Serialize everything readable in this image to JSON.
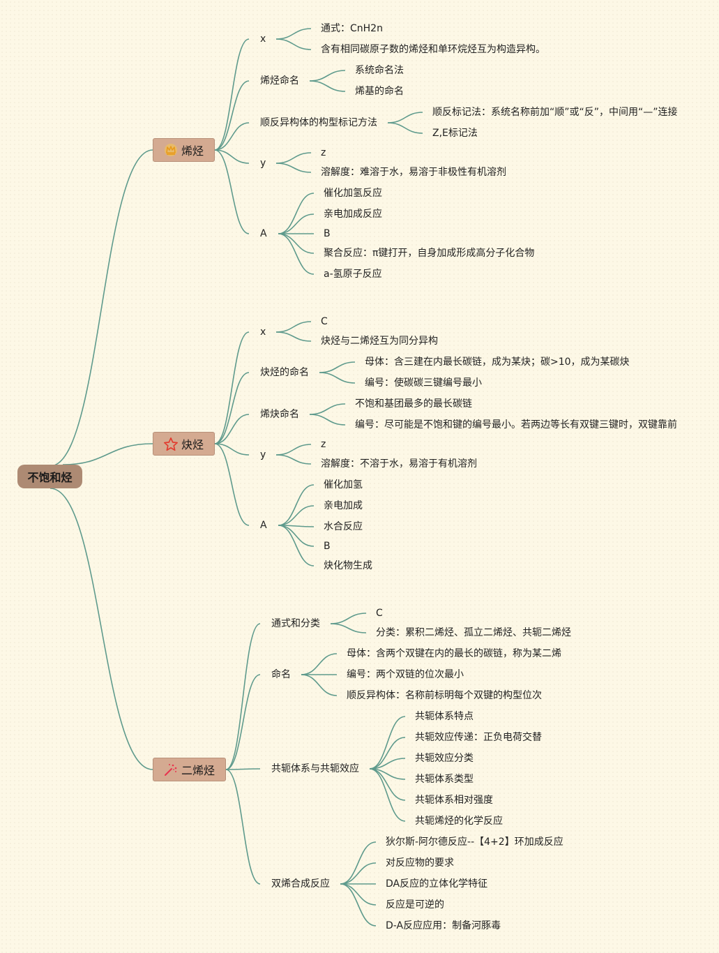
{
  "root": "不饱和烃",
  "branches": [
    {
      "label": "烯烃",
      "icon": "crown-icon",
      "children": [
        {
          "label": "x",
          "children": [
            "通式：CnH2n",
            "含有相同碳原子数的烯烃和单环烷烃互为构造异构。"
          ]
        },
        {
          "label": "烯烃命名",
          "children": [
            "系统命名法",
            "烯基的命名"
          ]
        },
        {
          "label": "顺反异构体的构型标记方法",
          "children": [
            "顺反标记法：系统名称前加“顺”或“反”，中间用“—”连接",
            "Z,E标记法"
          ]
        },
        {
          "label": "y",
          "children": [
            "z",
            "溶解度：难溶于水，易溶于非极性有机溶剂"
          ]
        },
        {
          "label": "A",
          "children": [
            "催化加氢反应",
            "亲电加成反应",
            "B",
            "聚合反应：π键打开，自身加成形成高分子化合物",
            "a-氢原子反应"
          ]
        }
      ]
    },
    {
      "label": "炔烃",
      "icon": "star-icon",
      "children": [
        {
          "label": "x",
          "children": [
            "C",
            "炔烃与二烯烃互为同分异构"
          ]
        },
        {
          "label": "炔烃的命名",
          "children": [
            "母体：含三建在内最长碳链，成为某炔；碳>10，成为某碳炔",
            "编号：使碳碳三键编号最小"
          ]
        },
        {
          "label": "烯炔命名",
          "children": [
            "不饱和基团最多的最长碳链",
            "编号：尽可能是不饱和键的编号最小。若两边等长有双键三键时，双键靠前"
          ]
        },
        {
          "label": "y",
          "children": [
            "z",
            "溶解度：不溶于水，易溶于有机溶剂"
          ]
        },
        {
          "label": "A",
          "children": [
            "催化加氢",
            "亲电加成",
            "水合反应",
            "B",
            "炔化物生成"
          ]
        }
      ]
    },
    {
      "label": "二烯烃",
      "icon": "magic-wand-icon",
      "children": [
        {
          "label": "通式和分类",
          "children": [
            "C",
            "分类：累积二烯烃、孤立二烯烃、共轭二烯烃"
          ]
        },
        {
          "label": "命名",
          "children": [
            "母体：含两个双键在内的最长的碳链，称为某二烯",
            "编号：两个双链的位次最小",
            "顺反异构体：名称前标明每个双键的构型位次"
          ]
        },
        {
          "label": "共轭体系与共轭效应",
          "children": [
            "共轭体系特点",
            "共轭效应传递：正负电荷交替",
            "共轭效应分类",
            "共轭体系类型",
            "共轭体系相对强度",
            "共轭烯烃的化学反应"
          ]
        },
        {
          "label": "双烯合成反应",
          "children": [
            "狄尔斯-阿尔德反应--【4+2】环加成反应",
            "对反应物的要求",
            "DA反应的立体化学特征",
            "反应是可逆的",
            "D-A反应应用：制备河豚毒"
          ]
        }
      ]
    }
  ],
  "colors": {
    "line": "#5e9a8c",
    "root_fill": "#ad8a73",
    "branch_fill": "#d4aa91",
    "crown": "#f0a72a",
    "star": "#e23a2e",
    "wand": "#e8344e"
  }
}
